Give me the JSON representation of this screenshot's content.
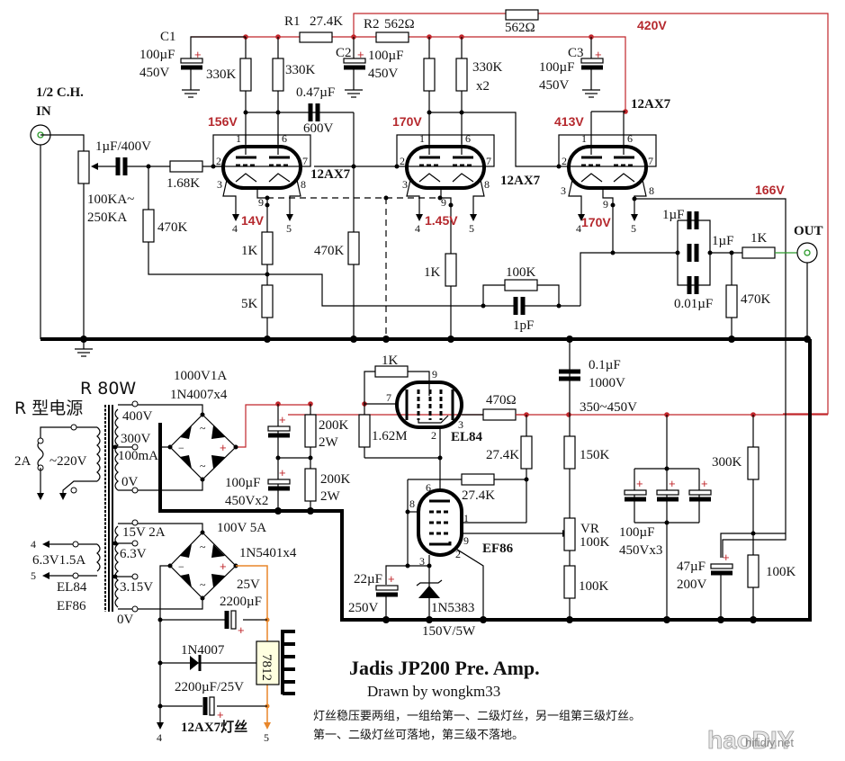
{
  "title": {
    "main": "Jadis  JP200  Pre. Amp.",
    "drawn_by": "Drawn by wongkm33"
  },
  "notes": [
    "灯丝稳压要两组，一组给第一、二级灯丝，另一组第三级灯丝。",
    "第一、二级灯丝可落地，第三级不落地。"
  ],
  "watermark": {
    "logo": "haoDIY",
    "domain": "hifidiy.net"
  },
  "input": {
    "label_line1": "1/2 C.H.",
    "label_line2": "IN"
  },
  "output": {
    "label": "OUT"
  },
  "supply_voltages": {
    "b_plus": "420V",
    "rail_range": "350~450V",
    "v1_plate": "156V",
    "v1_cathode": "14V",
    "v2_plate": "170V",
    "v2_cathode": "1.45V",
    "v3_plate": "413V",
    "v3_cathode": "170V",
    "v3_heater_bias": "166V"
  },
  "components": {
    "r1": {
      "ref": "R1",
      "value": "27.4K"
    },
    "r2": {
      "ref": "R2",
      "value": "562Ω"
    },
    "r_top": {
      "value": "562Ω"
    },
    "c1": {
      "ref": "C1",
      "value": "100µF",
      "voltage": "450V"
    },
    "c2": {
      "ref": "C2",
      "value": "100µF",
      "voltage": "450V"
    },
    "c3": {
      "ref": "C3",
      "value": "100µF",
      "voltage": "450V"
    },
    "r_plate1a": "330K",
    "r_plate1b": "330K",
    "r_plate2": "330K",
    "r_plate2_note": "x2",
    "c_couple": {
      "value": "0.47µF",
      "voltage": "600V"
    },
    "c_in": "1µF/400V",
    "pot_in": {
      "line1": "100KA~",
      "line2": "250KA"
    },
    "r_grid1": "1.68K",
    "r_fb": "470K",
    "r_k1": "1K",
    "r_k1b": "5K",
    "r_grid2": "470K",
    "r_k2": "1K",
    "r_fb2": "100K",
    "c_fb2": "1pF",
    "c_out_a": "1µF",
    "c_out_b": "1µF",
    "c_out_c": "0.01µF",
    "r_out": "1K",
    "r_out_shunt": "470K",
    "tube_12ax7": "12AX7",
    "tube_el84": "EL84",
    "tube_ef86": "EF86",
    "r_el84_g": "1K",
    "r_el84_bias": "1.62M",
    "r_el84_a": "470Ω",
    "r_reg_a": "27.4K",
    "r_reg_b": "27.4K",
    "c_reg": {
      "value": "22µF",
      "voltage": "250V"
    },
    "zener": {
      "part": "1N5383",
      "rating": "150V/5W"
    },
    "c_hv": {
      "value": "0.1µF",
      "voltage": "1000V"
    },
    "r_div_top": "150K",
    "vr": {
      "ref": "VR",
      "value": "100K"
    },
    "r_div_bot": "100K",
    "c_bank": {
      "value": "100µF",
      "voltage": "450Vx3"
    },
    "r_heater_top": "300K",
    "r_heater_bot": "100K",
    "c_heater": {
      "value": "47µF",
      "voltage": "200V"
    }
  },
  "power_supply": {
    "type_label": "R 型电源",
    "rating": "R 80W",
    "fuse": "2A",
    "mains": "~220V",
    "hv_taps": [
      "400V",
      "300V",
      "100mA",
      "0V"
    ],
    "hv_bridge": {
      "rating": "1000V1A",
      "part": "1N4007x4"
    },
    "hv_caps": {
      "value": "100µF",
      "voltage": "450Vx2"
    },
    "bleeders": [
      {
        "value": "200K",
        "power": "2W"
      },
      {
        "value": "200K",
        "power": "2W"
      }
    ],
    "lv_taps": [
      "15V 2A",
      "6.3V",
      "3.15V",
      "0V"
    ],
    "heater_out": {
      "label": "6.3V1.5A",
      "tubes": [
        "EL84",
        "EF86"
      ],
      "pin_a": "4",
      "pin_b": "5"
    },
    "lv_bridge": {
      "rating": "100V 5A",
      "part": "1N5401x4"
    },
    "lv_cap1": {
      "voltage": "25V",
      "value": "2200µF"
    },
    "regulator": "7812",
    "reg_diode": "1N4007",
    "lv_cap2": "2200µF/25V",
    "filament_label": "12AX7灯丝",
    "pin_4": "4",
    "pin_5": "5"
  },
  "pins": {
    "p1": "1",
    "p2": "2",
    "p3": "3",
    "p4": "4",
    "p5": "5",
    "p6": "6",
    "p7": "7",
    "p8": "8",
    "p9": "9"
  }
}
